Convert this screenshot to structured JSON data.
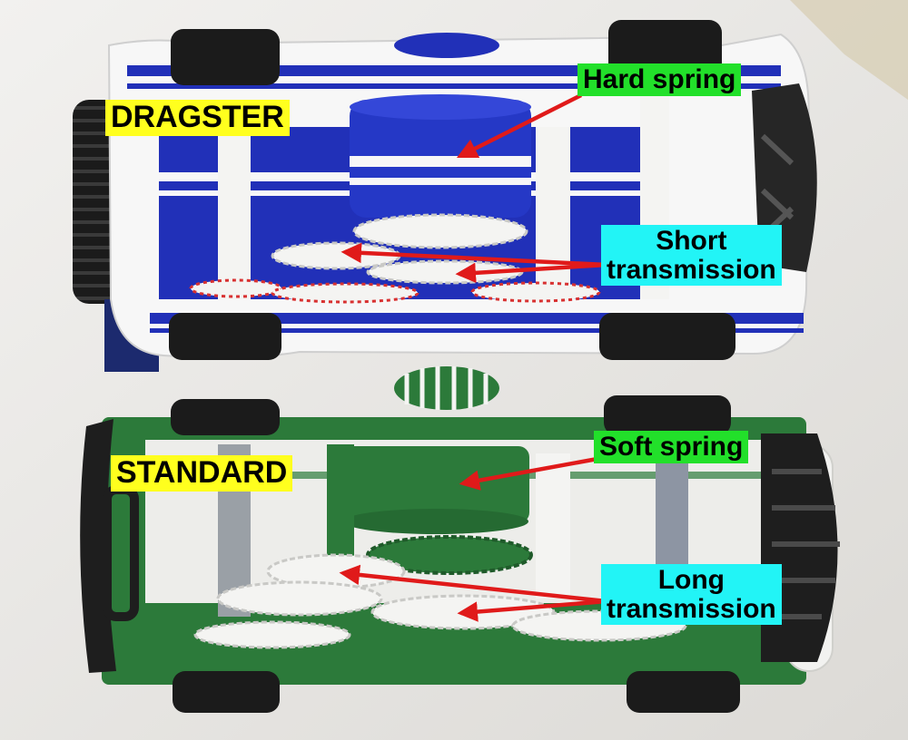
{
  "labels": {
    "dragster": "DRAGSTER",
    "standard": "STANDARD",
    "hard_spring": "Hard spring",
    "soft_spring": "Soft spring",
    "short_transmission": [
      "Short",
      "transmission"
    ],
    "long_transmission": [
      "Long",
      "transmission"
    ]
  },
  "colors": {
    "dragster_body": "#2130b8",
    "dragster_white": "#f7f7f7",
    "standard_body": "#2c7a3a",
    "wheel_black": "#1b1b1b",
    "gear_white": "#f4f4f2",
    "arrow_red": "#e01a1a",
    "label_yellow": "#ffff1e",
    "label_green": "#22e02a",
    "label_cyan": "#22f4f6"
  }
}
